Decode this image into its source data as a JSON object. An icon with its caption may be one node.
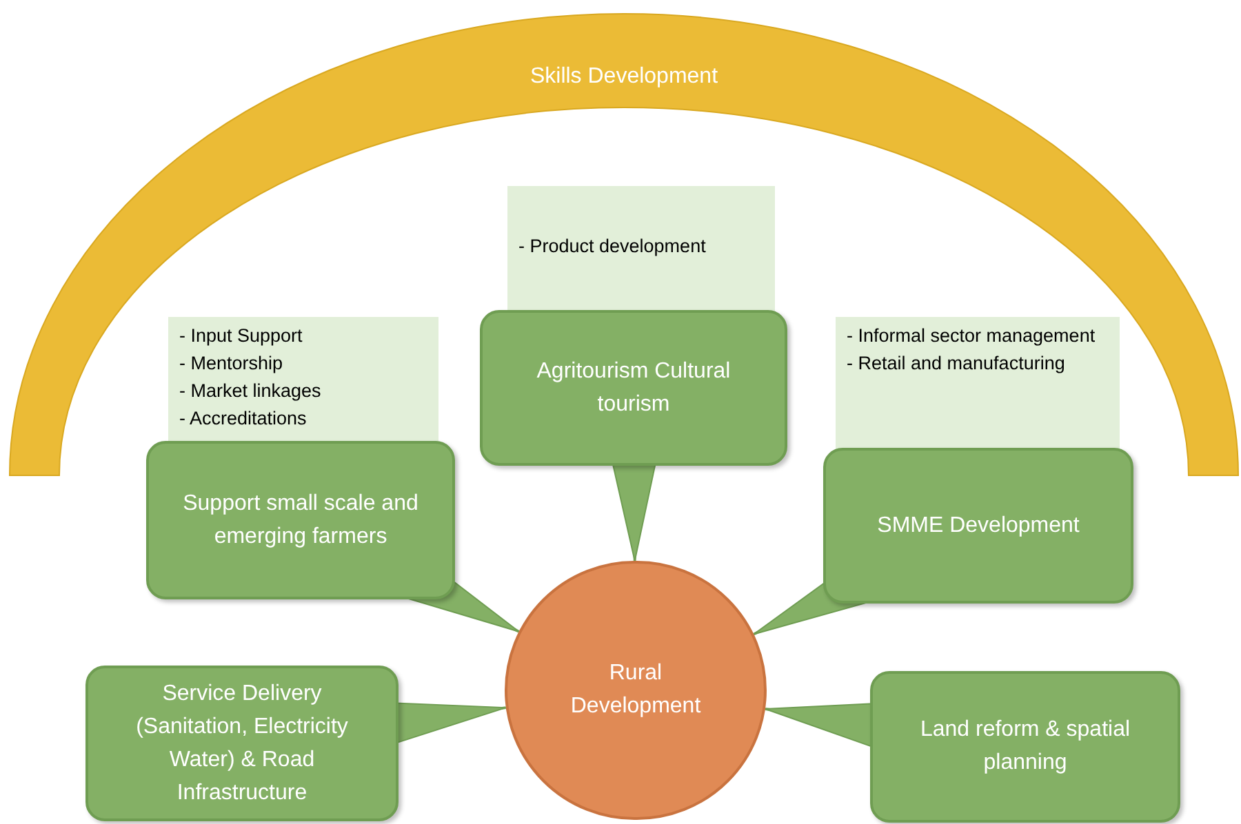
{
  "diagram": {
    "nodes": [
      {
        "text": [
          "Skills Development"
        ]
      },
      {
        "text": [
          "- Product development"
        ]
      },
      {
        "text": [
          "Agritourism Cultural tourism"
        ]
      },
      {
        "text": [
          "- Input Support",
          "- Mentorship",
          "- Market linkages",
          "- Accreditations"
        ]
      },
      {
        "text": [
          "Support small scale and emerging farmers"
        ]
      },
      {
        "text": [
          "- Informal sector management",
          "- Retail and manufacturing"
        ]
      },
      {
        "text": [
          "SMME Development"
        ]
      },
      {
        "text": [
          "Rural Development"
        ]
      },
      {
        "text": [
          "Service Delivery (Sanitation, Electricity Water) & Road Infrastructure"
        ]
      },
      {
        "text": [
          "Land reform & spatial planning"
        ]
      }
    ],
    "edges": [
      {
        "from": 2,
        "to": 7,
        "arrow": "to"
      },
      {
        "from": 4,
        "to": 7,
        "arrow": "to"
      },
      {
        "from": 6,
        "to": 7,
        "arrow": "to"
      },
      {
        "from": 8,
        "to": 7,
        "arrow": "to"
      },
      {
        "from": 9,
        "to": 7,
        "arrow": "to"
      }
    ]
  }
}
